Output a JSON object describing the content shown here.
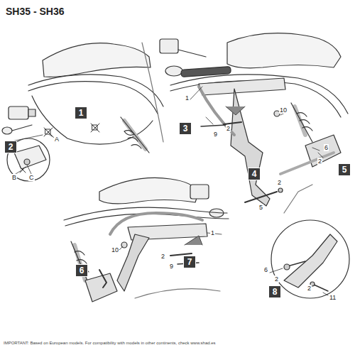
{
  "diagram": {
    "title": "SH35 - SH36",
    "caption": "IMPORTANT: Based on European models. For compatibility with models in other continents, check www.shad.es",
    "labels": [
      "1",
      "A",
      "2",
      "B",
      "C",
      "1",
      "3",
      "10",
      "9",
      "2",
      "4",
      "2",
      "5",
      "6",
      "2",
      "5",
      "1",
      "10",
      "2",
      "9",
      "7",
      "6",
      "8",
      "6",
      "2",
      "2",
      "11"
    ]
  }
}
